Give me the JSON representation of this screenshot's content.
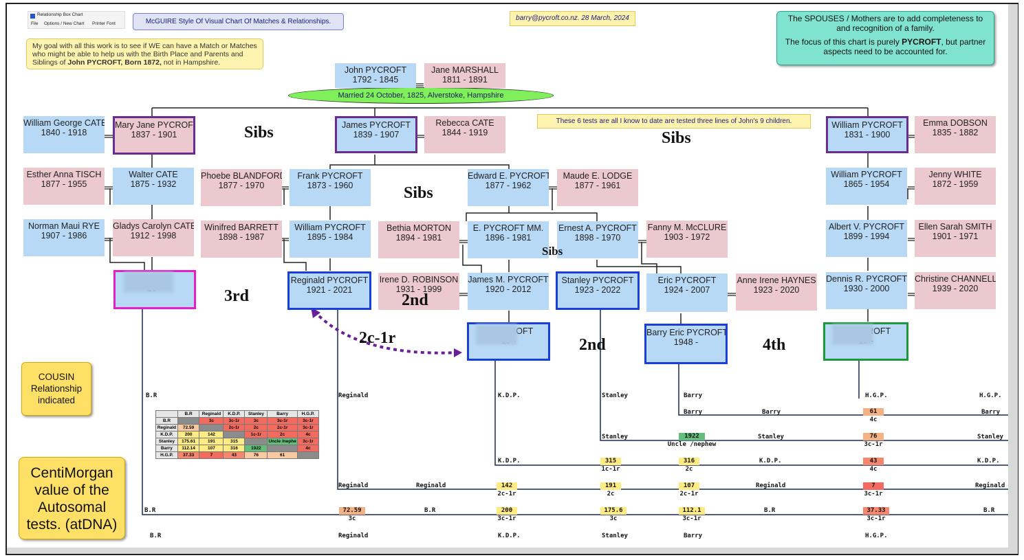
{
  "app": {
    "title": "Relationship Box Chart",
    "menu": [
      "File",
      "Options / New Chart",
      "Printer Font"
    ]
  },
  "header": {
    "title": "McGUIRE Style Of Visual Chart Of Matches & Relationships.",
    "email_date": "barry@pycroft.co.nz.  28 March, 2024"
  },
  "goal_note": {
    "prefix": "My goal  with all this work is to see if WE can have a Match or Matches who might be able to help us with the Birth Place and Parents and Siblings of ",
    "bold": "John PYCROFT, Born 1872,",
    "suffix": " not in Hampshire."
  },
  "spouse_note": {
    "line1": "The SPOUSES / Mothers are to add completeness to and recognition of a family.",
    "line2_prefix": "The focus of this chart is purely ",
    "line2_bold": "PYCROFT",
    "line2_suffix": ", but partner aspects need to be accounted for."
  },
  "tests_note": "These 6 tests are all I know to date are tested three lines of John's 9 children.",
  "marriage": "Married 24 October, 1825, Alverstoke, Hampshire",
  "legend": {
    "cousin": "COUSIN Relationship indicated",
    "centimorgan": "CentiMorgan value of the Autosomal tests. (atDNA)"
  },
  "labels": {
    "sibs": "Sibs",
    "third": "3rd",
    "second": "2nd",
    "two_c_1r": "2c-1r",
    "fourth": "4th"
  },
  "people": [
    {
      "name": "John PYCROFT",
      "dates": "1792 - 1845"
    },
    {
      "name": "Jane MARSHALL",
      "dates": "1811 - 1891"
    },
    {
      "name": "William George CATE",
      "dates": "1840 - 1918"
    },
    {
      "name": "Mary Jane PYCROFT",
      "dates": "1837 - 1901"
    },
    {
      "name": "James PYCROFT",
      "dates": "1839 - 1907"
    },
    {
      "name": "Rebecca CATE",
      "dates": "1844 - 1919"
    },
    {
      "name": "William PYCROFT",
      "dates": "1831 - 1900"
    },
    {
      "name": "Emma DOBSON",
      "dates": "1835 - 1882"
    },
    {
      "name": "Esther Anna TISCH",
      "dates": "1877 - 1955"
    },
    {
      "name": "Walter CATE",
      "dates": "1875 - 1932"
    },
    {
      "name": "Phoebe BLANDFORD",
      "dates": "1877 - 1970"
    },
    {
      "name": "Frank PYCROFT",
      "dates": "1873 - 1960"
    },
    {
      "name": "Edward E. PYCROFT",
      "dates": "1877 - 1962"
    },
    {
      "name": "Maude E. LODGE",
      "dates": "1877 - 1961"
    },
    {
      "name": "William PYCROFT",
      "dates": "1865 - 1954"
    },
    {
      "name": "Jenny WHITE",
      "dates": "1872 - 1959"
    },
    {
      "name": "Norman Maui RYE",
      "dates": "1907 - 1986"
    },
    {
      "name": "Gladys Carolyn CATE",
      "dates": "1912 - 1998"
    },
    {
      "name": "Winifred BARRETT",
      "dates": "1898 - 1987"
    },
    {
      "name": "William PYCROFT",
      "dates": "1895 - 1984"
    },
    {
      "name": "Bethia MORTON",
      "dates": "1894 - 1981"
    },
    {
      "name": "E. PYCROFT MM.",
      "dates": "1896 - 1981"
    },
    {
      "name": "Ernest A. PYCROFT",
      "dates": "1898 - 1970"
    },
    {
      "name": "Fanny M. McCLURE",
      "dates": "1903 - 1972"
    },
    {
      "name": "Albert V. PYCROFT",
      "dates": "1899 - 1994"
    },
    {
      "name": "Ellen Sarah SMITH",
      "dates": "1901 - 1971"
    },
    {
      "name": "B           RYE",
      "dates": "19   -"
    },
    {
      "name": "Reginald PYCROFT",
      "dates": "1921 - 2021"
    },
    {
      "name": "Irene D. ROBINSON",
      "dates": "1931 - 1999"
    },
    {
      "name": "James M. PYCROFT",
      "dates": "1920 - 2012"
    },
    {
      "name": "Stanley PYCROFT",
      "dates": "1923 - 2022"
    },
    {
      "name": "Eric PYCROFT",
      "dates": "1924 - 2007"
    },
    {
      "name": "Anne Irene HAYNES",
      "dates": "1923 - 2020"
    },
    {
      "name": "Dennis R. PYCROFT",
      "dates": "1930 - 2000"
    },
    {
      "name": "Christine CHANNELL",
      "dates": "1939 - 2020"
    },
    {
      "name": "K              PYCROFT",
      "dates": "19   -"
    },
    {
      "name": "Barry Eric PYCROFT",
      "dates": "1948 -"
    },
    {
      "name": "H              PYCROFT",
      "dates": "19   -"
    }
  ],
  "matrix": {
    "headers": [
      "",
      "B.R",
      "Reginald",
      "K.D.P.",
      "Stanley",
      "Barry",
      "H.G.P."
    ],
    "rows": [
      [
        "B.R",
        "",
        "3c",
        "3c-1r",
        "3c",
        "3c-1r",
        "3c-1r"
      ],
      [
        "Reginald",
        "72.59",
        "",
        "2c-1r",
        "2c",
        "2c-1r",
        "3c-1r"
      ],
      [
        "K.D.P.",
        "200",
        "142",
        "",
        "1c-1r",
        "2c",
        "4c"
      ],
      [
        "Stanley",
        "175.61",
        "191",
        "315",
        "",
        "Uncle /nephe",
        "3c-1r"
      ],
      [
        "Barry",
        "112.14",
        "107",
        "316",
        "1922",
        "",
        "4c"
      ],
      [
        "H.G.P.",
        "37.33",
        "7",
        "43",
        "76",
        "61",
        ""
      ]
    ]
  },
  "ladder": {
    "top_names": [
      "B.R",
      "Reginald",
      "K.D.P.",
      "Stanley",
      "Barry",
      "H.G.P.",
      "H.G.P."
    ],
    "bottom_names": [
      "B.R",
      "Reginald",
      "K.D.P.",
      "Stanley",
      "Barry",
      "H.G.P."
    ],
    "row_labels": [
      [
        "Barry",
        "Barry",
        "Barry"
      ],
      [
        "Stanley",
        "Stanley",
        "Stanley"
      ],
      [
        "K.D.P.",
        "K.D.P.",
        "K.D.P."
      ],
      [
        "Reginald",
        "Reginald",
        "Reginald",
        "Reginald"
      ],
      [
        "B.R",
        "B.R",
        "B.R",
        "B.R"
      ]
    ],
    "cells": [
      {
        "cm": "61",
        "rel": "4c",
        "color": "#f4b183"
      },
      {
        "cm": "1922",
        "rel": "Uncle /nephew",
        "color": "#63be7b"
      },
      {
        "cm": "76",
        "rel": "3c-1r",
        "color": "#f4b183"
      },
      {
        "cm": "315",
        "rel": "1c-1r",
        "color": "#ffeb84"
      },
      {
        "cm": "316",
        "rel": "2c",
        "color": "#ffeb84"
      },
      {
        "cm": "43",
        "rel": "4c",
        "color": "#f4876e"
      },
      {
        "cm": "142",
        "rel": "2c-1r",
        "color": "#ffeb84"
      },
      {
        "cm": "191",
        "rel": "2c",
        "color": "#ffeb84"
      },
      {
        "cm": "107",
        "rel": "2c-1r",
        "color": "#ffeb84"
      },
      {
        "cm": "7",
        "rel": "3c-1r",
        "color": "#f26b5e"
      },
      {
        "cm": "72.59",
        "rel": "3c",
        "color": "#f4b183"
      },
      {
        "cm": "200",
        "rel": "3c-1r",
        "color": "#ffeb84"
      },
      {
        "cm": "175.6",
        "rel": "3c",
        "color": "#ffeb84"
      },
      {
        "cm": "112.1",
        "rel": "3c-1r",
        "color": "#ffeb84"
      },
      {
        "cm": "37.33",
        "rel": "3c-1r",
        "color": "#f4876e"
      }
    ]
  },
  "colors": {
    "male": "#b8d9f5",
    "female": "#ecc8cf",
    "purple": "#6a2c91",
    "blue_border": "#1a3fd9",
    "pink_border": "#e61ec8",
    "green_border": "#1a9b3a",
    "marriage": "#7ff05a",
    "note_yellow": "#fff3b0",
    "spouse_note": "#7fe3cf"
  }
}
